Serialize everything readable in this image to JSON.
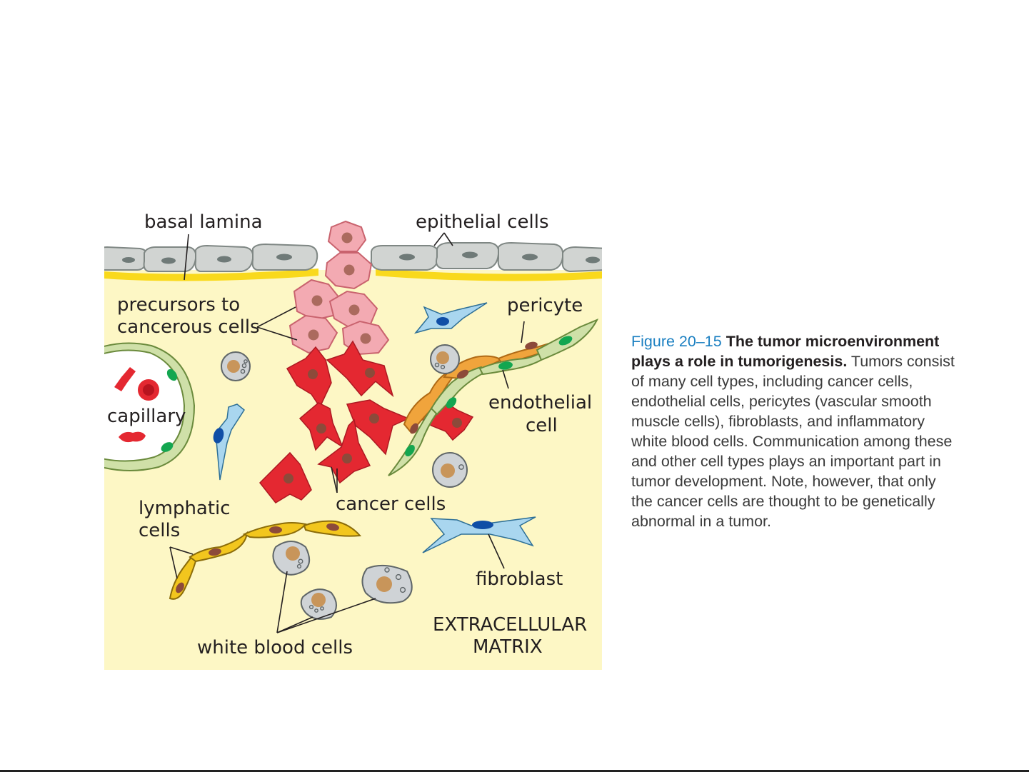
{
  "diagram": {
    "labels": {
      "basal_lamina": "basal lamina",
      "epithelial_cells": "epithelial cells",
      "precursors_line1": "precursors to",
      "precursors_line2": "cancerous cells",
      "pericyte": "pericyte",
      "capillary": "capillary",
      "endothelial_line1": "endothelial",
      "endothelial_line2": "cell",
      "lymphatic_line1": "lymphatic",
      "lymphatic_line2": "cells",
      "cancer_cells": "cancer cells",
      "fibroblast": "fibroblast",
      "white_blood_cells": "white blood cells",
      "ecm_line1": "EXTRACELLULAR",
      "ecm_line2": "MATRIX"
    },
    "colors": {
      "matrix": "#fdf7c5",
      "basal_lamina": "#f9d91c",
      "epithelial": "#d1d4d2",
      "precursor": "#f3aab2",
      "cancer": "#e42831",
      "pericyte": "#f0a43c",
      "endothelial": "#cfe0a8",
      "nucleus_green": "#13a650",
      "fibroblast": "#a9d6ef",
      "nucleus_blue": "#0f4ea6",
      "lymphatic": "#f2c61e",
      "white_blood_cell": "#cfd3d6",
      "wbc_nucleus": "#c8955a"
    }
  },
  "caption": {
    "figure_number": "Figure 20–15",
    "title": "The tumor microenvironment plays a role in tumorigenesis.",
    "body": "Tumors consist of many cell types, including cancer cells, endothelial cells, pericytes (vascular smooth muscle cells), fibroblasts, and inflammatory white blood cells. Communication among these and other cell types plays an important part in tumor development. Note, however, that only the cancer cells are thought to be genetically abnormal in a tumor."
  }
}
